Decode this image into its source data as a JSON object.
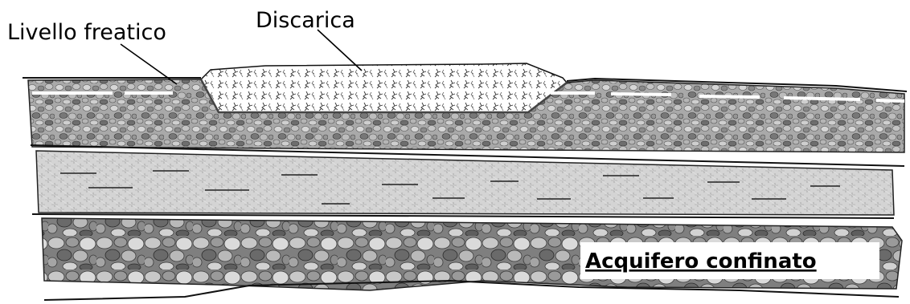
{
  "diagram": {
    "labels": {
      "water_table": "Livello freatico",
      "landfill": "Discarica",
      "confined_aquifer": "Acquifero confinato"
    },
    "layers": [
      {
        "id": "unconfined-gravel",
        "pattern": "fine-gravel",
        "color": "#9a9a9a"
      },
      {
        "id": "aquitard-clay",
        "pattern": "woven-clay",
        "color": "#d0d0d0"
      },
      {
        "id": "confined-gravel",
        "pattern": "coarse-cobbles",
        "color": "#8a8a8a"
      }
    ],
    "landfill_fill": {
      "pattern": "waste-scribbles",
      "color": "#ffffff"
    }
  }
}
